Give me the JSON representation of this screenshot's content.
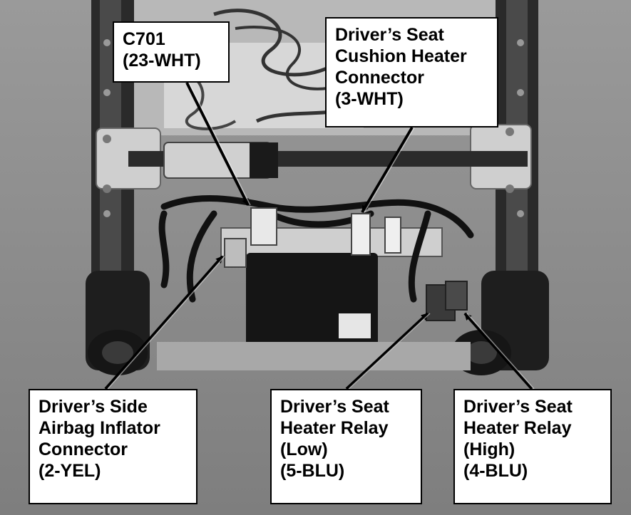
{
  "callouts": [
    {
      "id": "c701",
      "lines": [
        "C701",
        "(23-WHT)"
      ]
    },
    {
      "id": "cushion",
      "lines": [
        "Driver’s Seat",
        "Cushion Heater",
        "Connector",
        "(3-WHT)"
      ]
    },
    {
      "id": "airbag",
      "lines": [
        "Driver’s Side",
        "Airbag Inflator",
        "Connector",
        "(2-YEL)"
      ]
    },
    {
      "id": "low",
      "lines": [
        "Driver’s Seat",
        "Heater Relay",
        "(Low)",
        "(5-BLU)"
      ]
    },
    {
      "id": "high",
      "lines": [
        "Driver’s Seat",
        "Heater Relay",
        "(High)",
        "(4-BLU)"
      ]
    }
  ]
}
